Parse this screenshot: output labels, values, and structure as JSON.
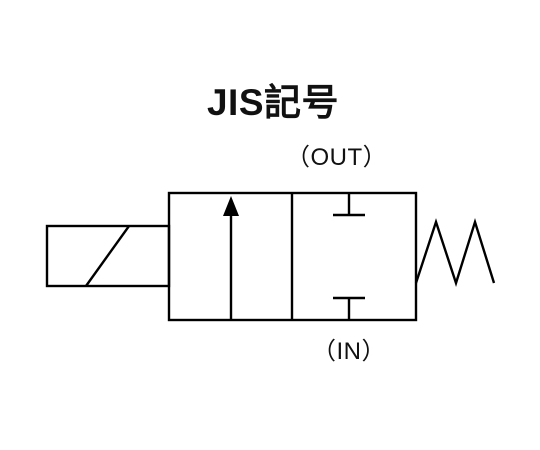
{
  "title": "JIS記号",
  "ports": {
    "out_label": "（OUT）",
    "in_label": "（IN）"
  },
  "symbol": {
    "actuator": "solenoid",
    "return": "spring",
    "left_position": "flow-arrow",
    "right_position": "blocked-ports",
    "line_color": "#000000"
  }
}
